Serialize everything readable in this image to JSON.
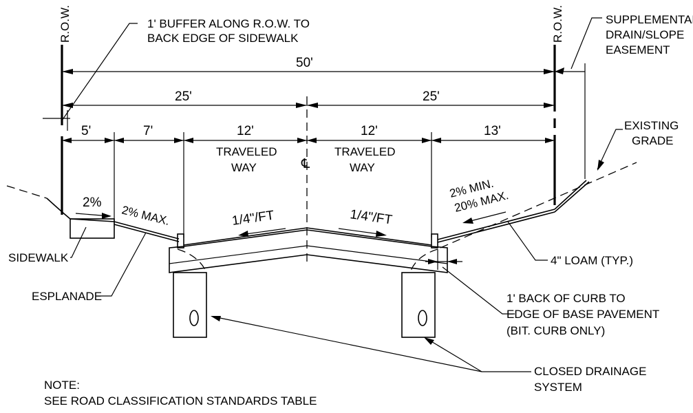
{
  "labels": {
    "row_left": "R.O.W.",
    "row_right": "R.O.W.",
    "buffer_line1": "1' BUFFER ALONG R.O.W. TO",
    "buffer_line2": "BACK EDGE OF SIDEWALK",
    "easement_line1": "SUPPLEMENTAL",
    "easement_line2": "DRAIN/SLOPE",
    "easement_line3": "EASEMENT",
    "existing_line1": "EXISTING",
    "existing_line2": "GRADE",
    "traveled_left_1": "TRAVELED",
    "traveled_left_2": "WAY",
    "traveled_right_1": "TRAVELED",
    "traveled_right_2": "WAY",
    "centerline": "℄",
    "slope_sidewalk": "2%",
    "slope_esplanade": "2% MAX.",
    "slope_lane_left": "1/4\"/FT",
    "slope_lane_right": "1/4\"/FT",
    "slope_right_1": "2% MIN.",
    "slope_right_2": "20% MAX.",
    "sidewalk": "SIDEWALK",
    "esplanade": "ESPLANADE",
    "loam": "4\" LOAM (TYP.)",
    "curb_line1": "1' BACK OF CURB TO",
    "curb_line2": "EDGE OF BASE PAVEMENT",
    "curb_line3": "(BIT. CURB ONLY)",
    "drain_line1": "CLOSED DRAINAGE",
    "drain_line2": "SYSTEM",
    "note_line1": "NOTE:",
    "note_line2": "SEE ROAD CLASSIFICATION STANDARDS TABLE"
  },
  "dimensions": {
    "overall": "50'",
    "half_left": "25'",
    "half_right": "25'",
    "sidewalk_width": "5'",
    "esplanade_width": "7'",
    "lane_left": "12'",
    "lane_right": "12'",
    "right_shoulder": "13'"
  }
}
